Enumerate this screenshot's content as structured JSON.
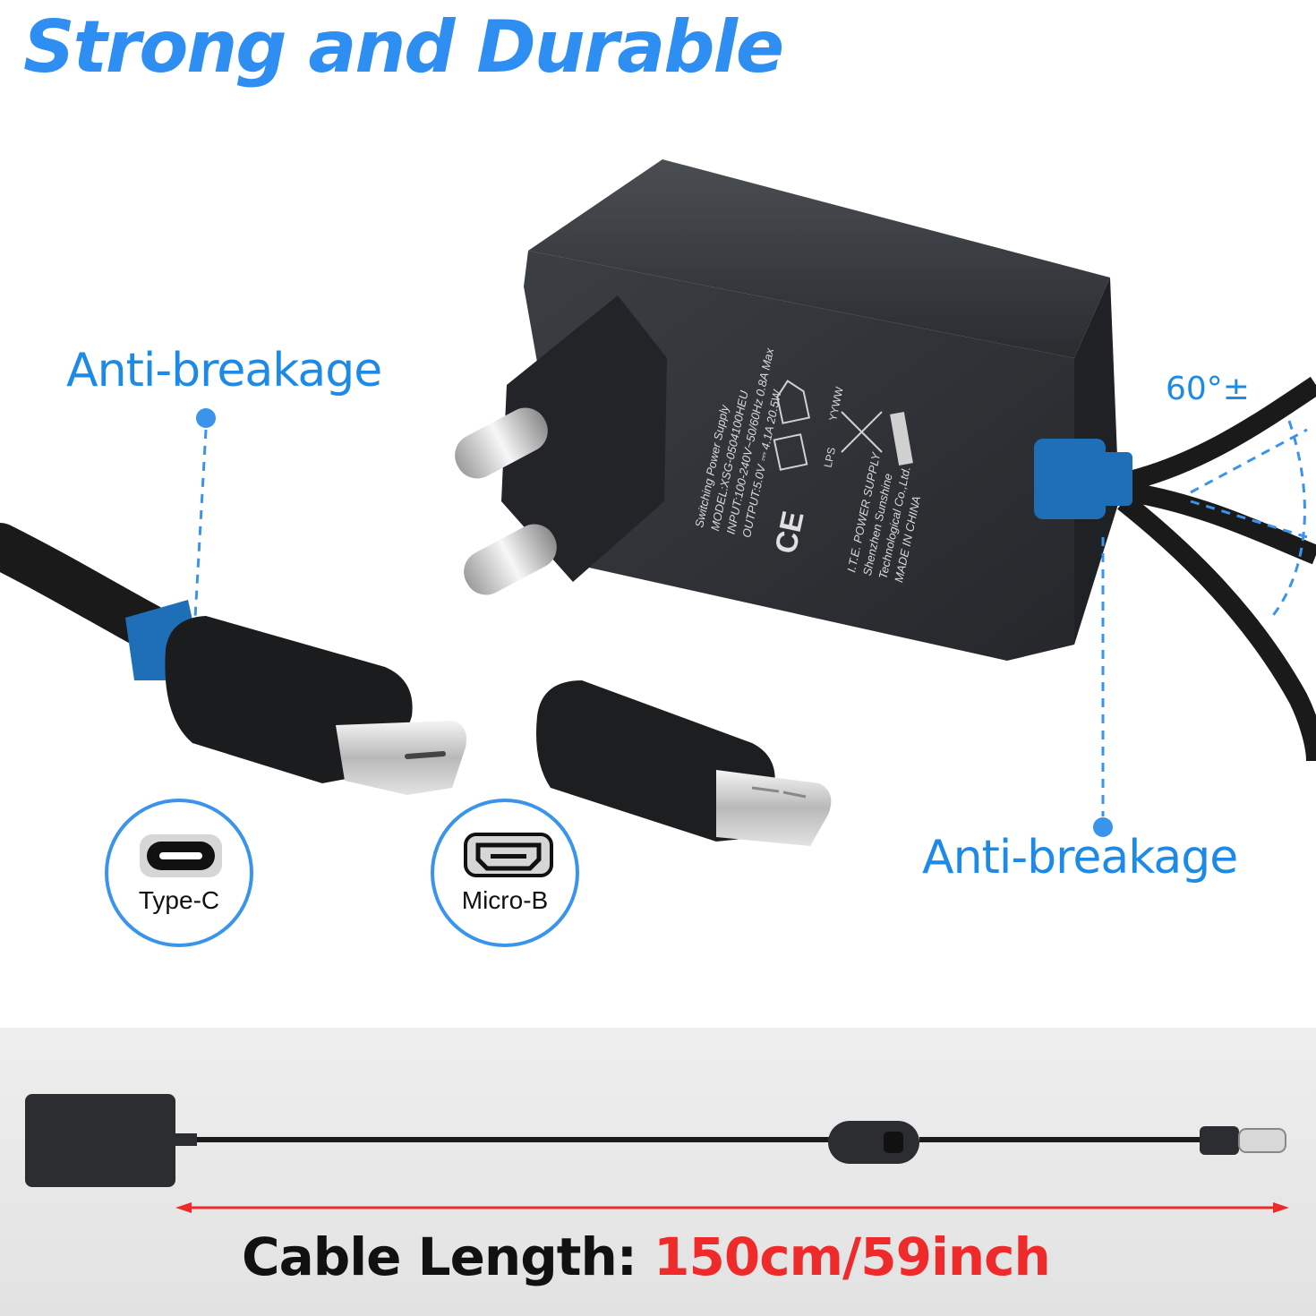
{
  "headline": "Strong and Durable",
  "callouts": {
    "left": "Anti-breakage",
    "right": "Anti-breakage",
    "angle": "60°±"
  },
  "badges": [
    {
      "label": "Type-C",
      "icon": "usb-c-port-icon"
    },
    {
      "label": "Micro-B",
      "icon": "micro-usb-port-icon"
    }
  ],
  "adapter_label": {
    "line1": "Switching Power Supply",
    "line2": "MODEL:XSG-0504100HEU",
    "line3": "INPUT:100-240V~50/60Hz 0.8A Max",
    "line4": "OUTPUT:5.0V ⎓ 4.1A 20.5W",
    "line5": "I.T.E. POWER SUPPLY",
    "line6": "Shenzhen Sunshine",
    "line7": "Technological Co.,Ltd.",
    "line8": "MADE IN CHINA",
    "mark_ce": "CE",
    "mark_lps": "LPS",
    "mark_date": "YYWW"
  },
  "cable_length": {
    "label": "Cable Length:",
    "value": "150cm/59inch"
  },
  "colors": {
    "accent_blue": "#2f8ef2",
    "strain_relief_blue": "#1e6fb8",
    "length_red": "#ee2a2a",
    "adapter_body": "#2d2f33"
  }
}
